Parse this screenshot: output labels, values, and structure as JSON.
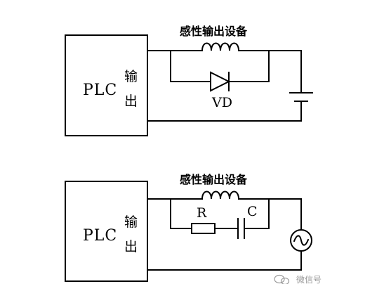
{
  "colors": {
    "line": "#000000",
    "background": "#ffffff",
    "watermark": "#9a9a9a"
  },
  "top_circuit": {
    "plc_label": "PLC",
    "output_label_1": "输",
    "output_label_2": "出",
    "load_label": "感性输出设备",
    "diode_label": "VD"
  },
  "bottom_circuit": {
    "plc_label": "PLC",
    "output_label_1": "输",
    "output_label_2": "出",
    "load_label": "感性输出设备",
    "resistor_label": "R",
    "capacitor_label": "C"
  },
  "watermark": {
    "icon": "wechat-icon",
    "text": "微信号"
  }
}
